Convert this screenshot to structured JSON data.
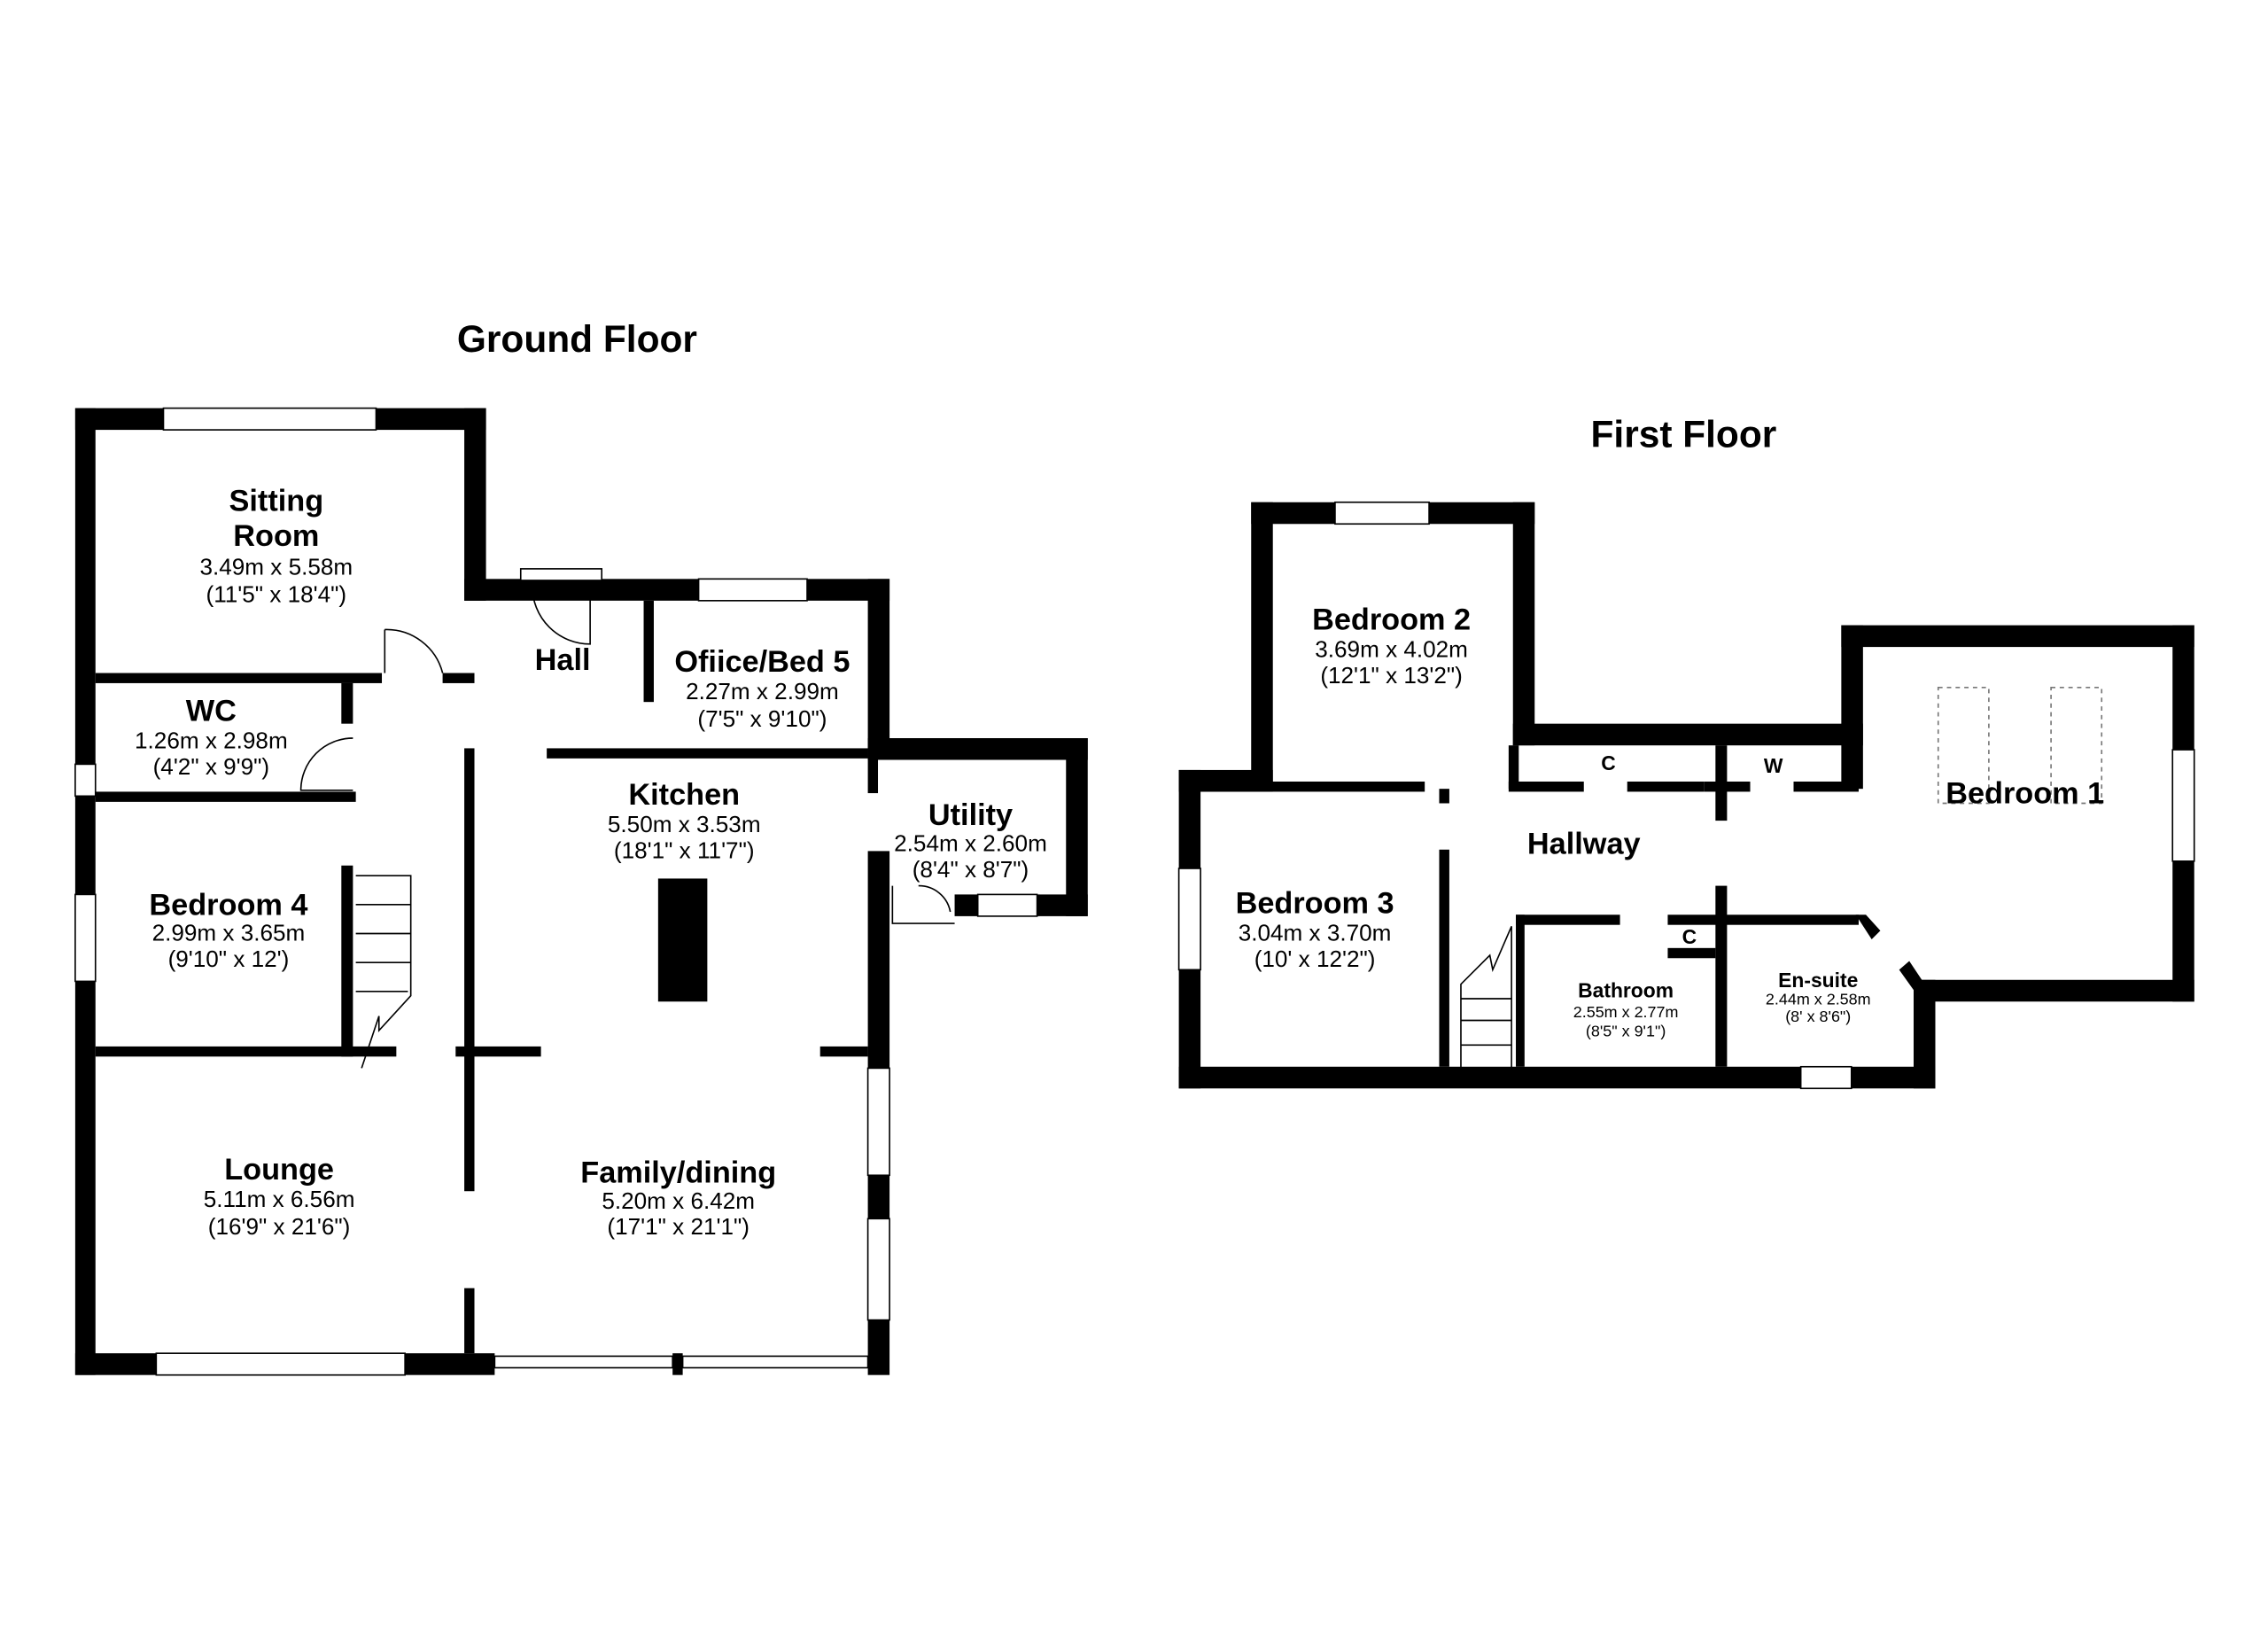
{
  "ground_floor": {
    "title": "Ground Floor",
    "rooms": {
      "sitting": {
        "name1": "Sitting",
        "name2": "Room",
        "metric": "3.49m x 5.58m",
        "imperial": "(11'5\" x 18'4\")"
      },
      "hall": {
        "name": "Hall"
      },
      "office": {
        "name": "Ofiice/Bed 5",
        "metric": "2.27m x 2.99m",
        "imperial": "(7'5\" x 9'10\")"
      },
      "wc": {
        "name": "WC",
        "metric": "1.26m x 2.98m",
        "imperial": "(4'2\" x 9'9\")"
      },
      "kitchen": {
        "name": "Kitchen",
        "metric": "5.50m x 3.53m",
        "imperial": "(18'1\" x 11'7\")"
      },
      "utility": {
        "name": "Utility",
        "metric": "2.54m x 2.60m",
        "imperial": "(8'4\" x 8'7\")"
      },
      "bedroom4": {
        "name": "Bedroom 4",
        "metric": "2.99m x 3.65m",
        "imperial": "(9'10\" x 12')"
      },
      "lounge": {
        "name": "Lounge",
        "metric": "5.11m x 6.56m",
        "imperial": "(16'9\" x 21'6\")"
      },
      "family": {
        "name": "Family/dining",
        "metric": "5.20m x 6.42m",
        "imperial": "(17'1\" x 21'1\")"
      }
    }
  },
  "first_floor": {
    "title": "First Floor",
    "rooms": {
      "bedroom2": {
        "name": "Bedroom 2",
        "metric": "3.69m x 4.02m",
        "imperial": "(12'1\" x 13'2\")"
      },
      "bedroom1": {
        "name": "Bedroom 1"
      },
      "hallway": {
        "name": "Hallway"
      },
      "bedroom3": {
        "name": "Bedroom 3",
        "metric": "3.04m x 3.70m",
        "imperial": "(10' x 12'2\")"
      },
      "bathroom": {
        "name": "Bathroom",
        "metric": "2.55m x 2.77m",
        "imperial": "(8'5\" x 9'1\")"
      },
      "ensuite": {
        "name": "En-suite",
        "metric": "2.44m x 2.58m",
        "imperial": "(8' x 8'6\")"
      }
    },
    "labels": {
      "cupboard1": "C",
      "wardrobe": "W",
      "cupboard2": "C"
    }
  }
}
